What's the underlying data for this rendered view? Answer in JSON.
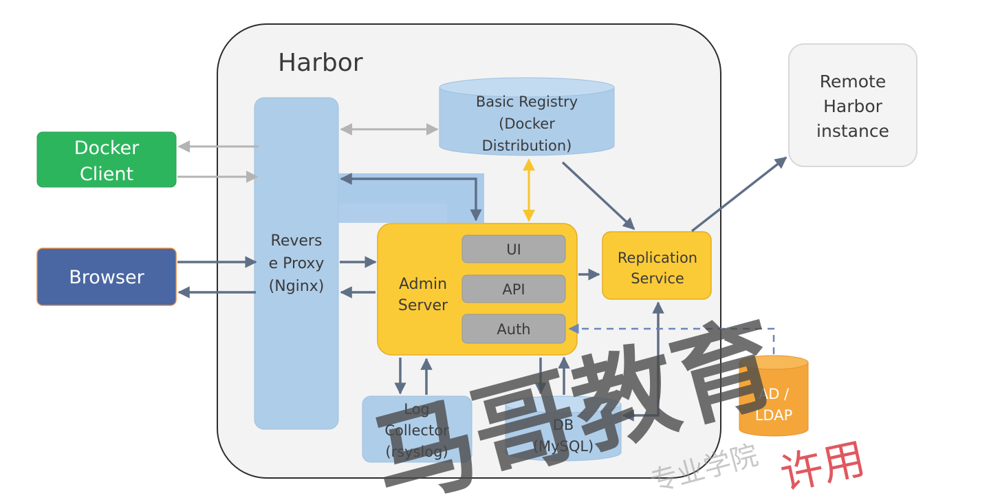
{
  "harbor": {
    "title": "Harbor"
  },
  "external": {
    "docker_client": [
      "Docker",
      "Client"
    ],
    "browser": "Browser",
    "remote": [
      "Remote",
      "Harbor",
      "instance"
    ],
    "ldap": [
      "AD /",
      "LDAP"
    ]
  },
  "components": {
    "reverse_proxy": [
      "Revers",
      "e Proxy",
      "(Nginx)"
    ],
    "basic_registry": [
      "Basic Registry",
      "(Docker",
      "Distribution)"
    ],
    "admin_server": [
      "Admin",
      "Server"
    ],
    "admin_modules": {
      "ui": "UI",
      "api": "API",
      "auth": "Auth"
    },
    "replication": [
      "Replication",
      "Service"
    ],
    "log_collector": [
      "Log",
      "Collector",
      "(rsyslog)"
    ],
    "db": [
      "DB",
      "(MySQL)"
    ]
  },
  "watermark": {
    "main": "马哥教育",
    "sub": "专业学院",
    "tail": "许用"
  },
  "colors": {
    "green": "#2db55d",
    "navy": "#4a67a3",
    "blue": "#aecde9",
    "yellow": "#fbcb37",
    "orange": "#f4a63a",
    "grey_module": "#ababab",
    "harbor_bg": "#f3f3f3"
  }
}
